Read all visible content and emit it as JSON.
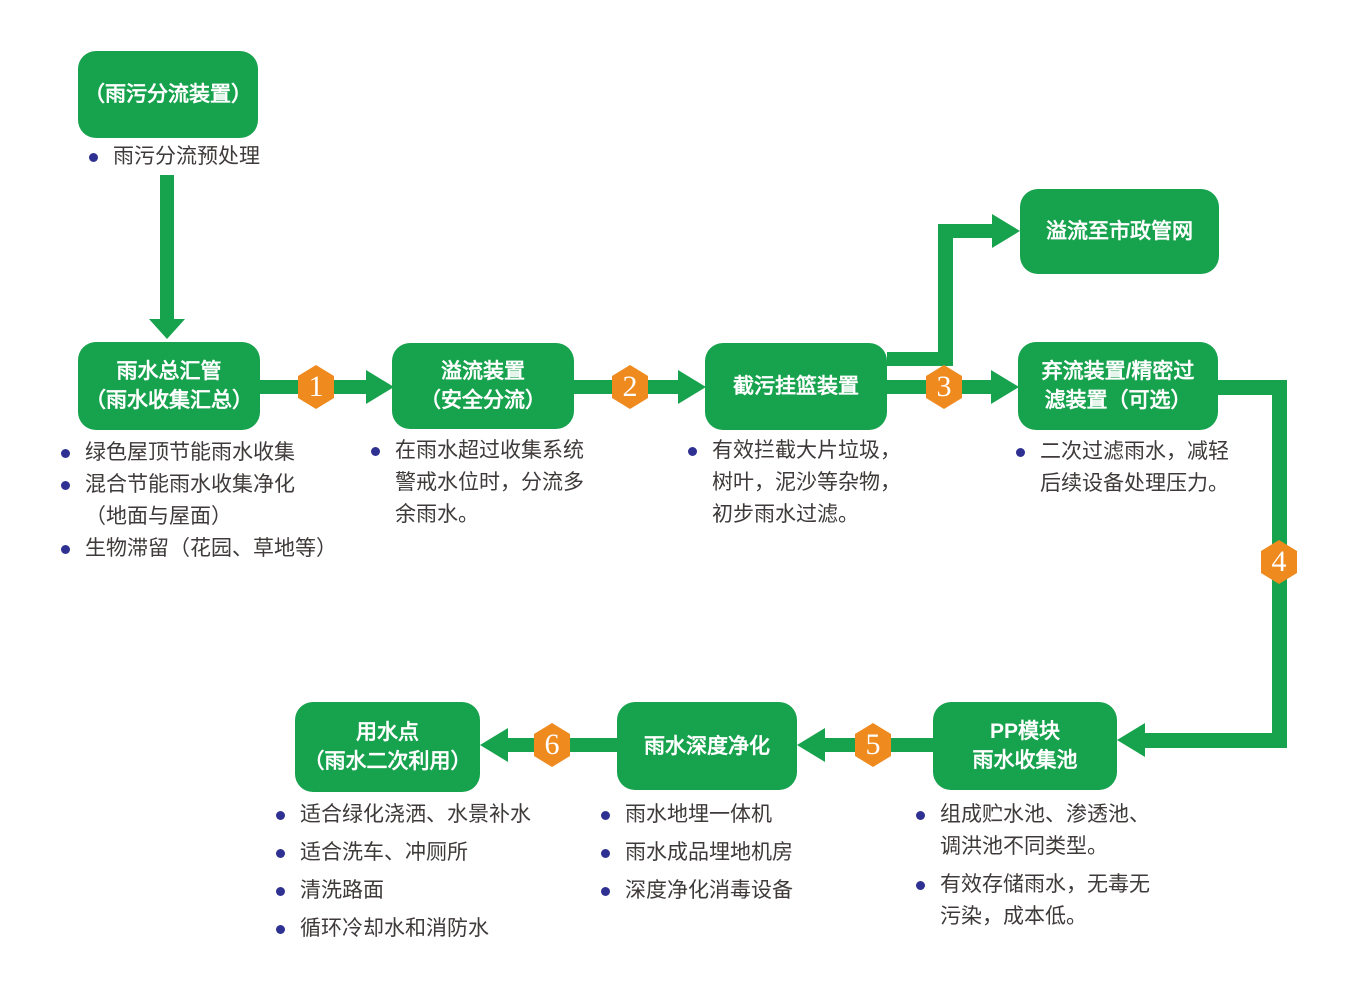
{
  "palette": {
    "green": "#17A24D",
    "orange": "#EF8A1F",
    "bullet_dot": "#2E3192",
    "text": "#3E3A39",
    "bg": "#FFFFFF"
  },
  "boxes": {
    "separation": {
      "line1": "（雨污分流装置）"
    },
    "main_pipe": {
      "line1": "雨水总汇管",
      "line2": "（雨水收集汇总）"
    },
    "overflow": {
      "line1": "溢流装置",
      "line2": "（安全分流）"
    },
    "basket": {
      "line1": "截污挂篮装置"
    },
    "municipal": {
      "line1": "溢流至市政管网"
    },
    "discard": {
      "line1": "弃流装置/精密过",
      "line2": "滤装置（可选）"
    },
    "pp_module": {
      "line1": "PP模块",
      "line2": "雨水收集池"
    },
    "purify": {
      "line1": "雨水深度净化"
    },
    "use_point": {
      "line1": "用水点",
      "line2": "（雨水二次利用）"
    }
  },
  "badges": {
    "step1": "1",
    "step2": "2",
    "step3": "3",
    "step4": "4",
    "step5": "5",
    "step6": "6"
  },
  "lists": {
    "separation": {
      "i1l1": "雨污分流预处理"
    },
    "main_pipe": {
      "i1l1": "绿色屋顶节能雨水收集",
      "i2l1": "混合节能雨水收集净化",
      "i2l2": "（地面与屋面）",
      "i3l1": "生物滞留（花园、草地等）"
    },
    "overflow": {
      "i1l1": "在雨水超过收集系统",
      "i1l2": "警戒水位时，分流多",
      "i1l3": "余雨水。"
    },
    "basket": {
      "i1l1": "有效拦截大片垃圾，",
      "i1l2": "树叶，泥沙等杂物，",
      "i1l3": "初步雨水过滤。"
    },
    "discard": {
      "i1l1": "二次过滤雨水，减轻",
      "i1l2": "后续设备处理压力。"
    },
    "pp_module": {
      "i1l1": "组成贮水池、渗透池、",
      "i1l2": "调洪池不同类型。",
      "i2l1": "有效存储雨水，无毒无",
      "i2l2": "污染，成本低。"
    },
    "purify": {
      "i1l1": "雨水地埋一体机",
      "i2l1": "雨水成品埋地机房",
      "i3l1": "深度净化消毒设备"
    },
    "use_point": {
      "i1l1": "适合绿化浇洒、水景补水",
      "i2l1": "适合洗车、冲厕所",
      "i3l1": "清洗路面",
      "i4l1": "循环冷却水和消防水"
    }
  }
}
